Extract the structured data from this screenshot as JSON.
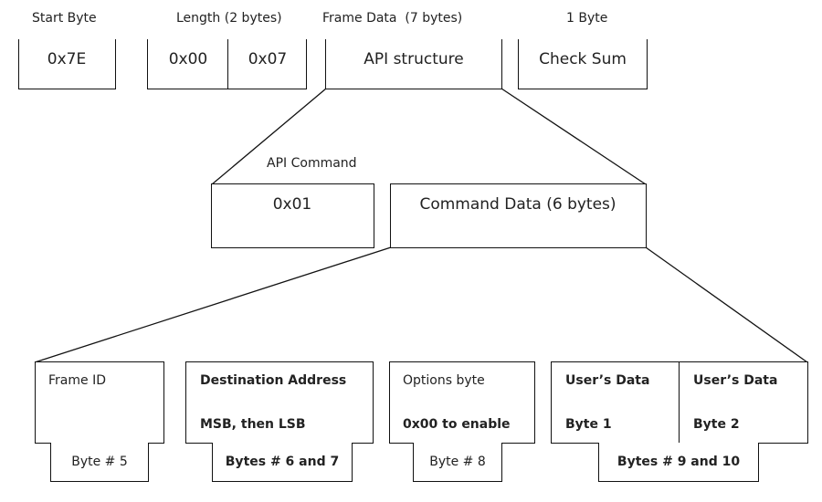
{
  "top": {
    "start_label": "Start Byte",
    "start_value": "0x7E",
    "length_label": "Length (2 bytes)",
    "length_msb": "0x00",
    "length_lsb": "0x07",
    "frame_label": "Frame Data  (7 bytes)",
    "frame_value": "API structure",
    "checksum_label": "1 Byte",
    "checksum_value": "Check Sum"
  },
  "middle": {
    "api_command_label": "API Command",
    "api_command_value": "0x01",
    "command_data_value": "Command Data (6 bytes)"
  },
  "bottom": {
    "frame_id": {
      "title": "Frame ID",
      "bytes": "Byte # 5"
    },
    "destination": {
      "title": "Destination Address",
      "subtitle": "MSB, then LSB",
      "bytes": "Bytes # 6 and 7"
    },
    "options": {
      "title": "Options byte",
      "subtitle": "0x00 to enable",
      "bytes": "Byte # 8"
    },
    "user_data_1": {
      "title": "User’s Data",
      "subtitle": "Byte 1"
    },
    "user_data_2": {
      "title": "User’s Data",
      "subtitle": "Byte 2"
    },
    "user_bytes": "Bytes # 9 and 10"
  }
}
